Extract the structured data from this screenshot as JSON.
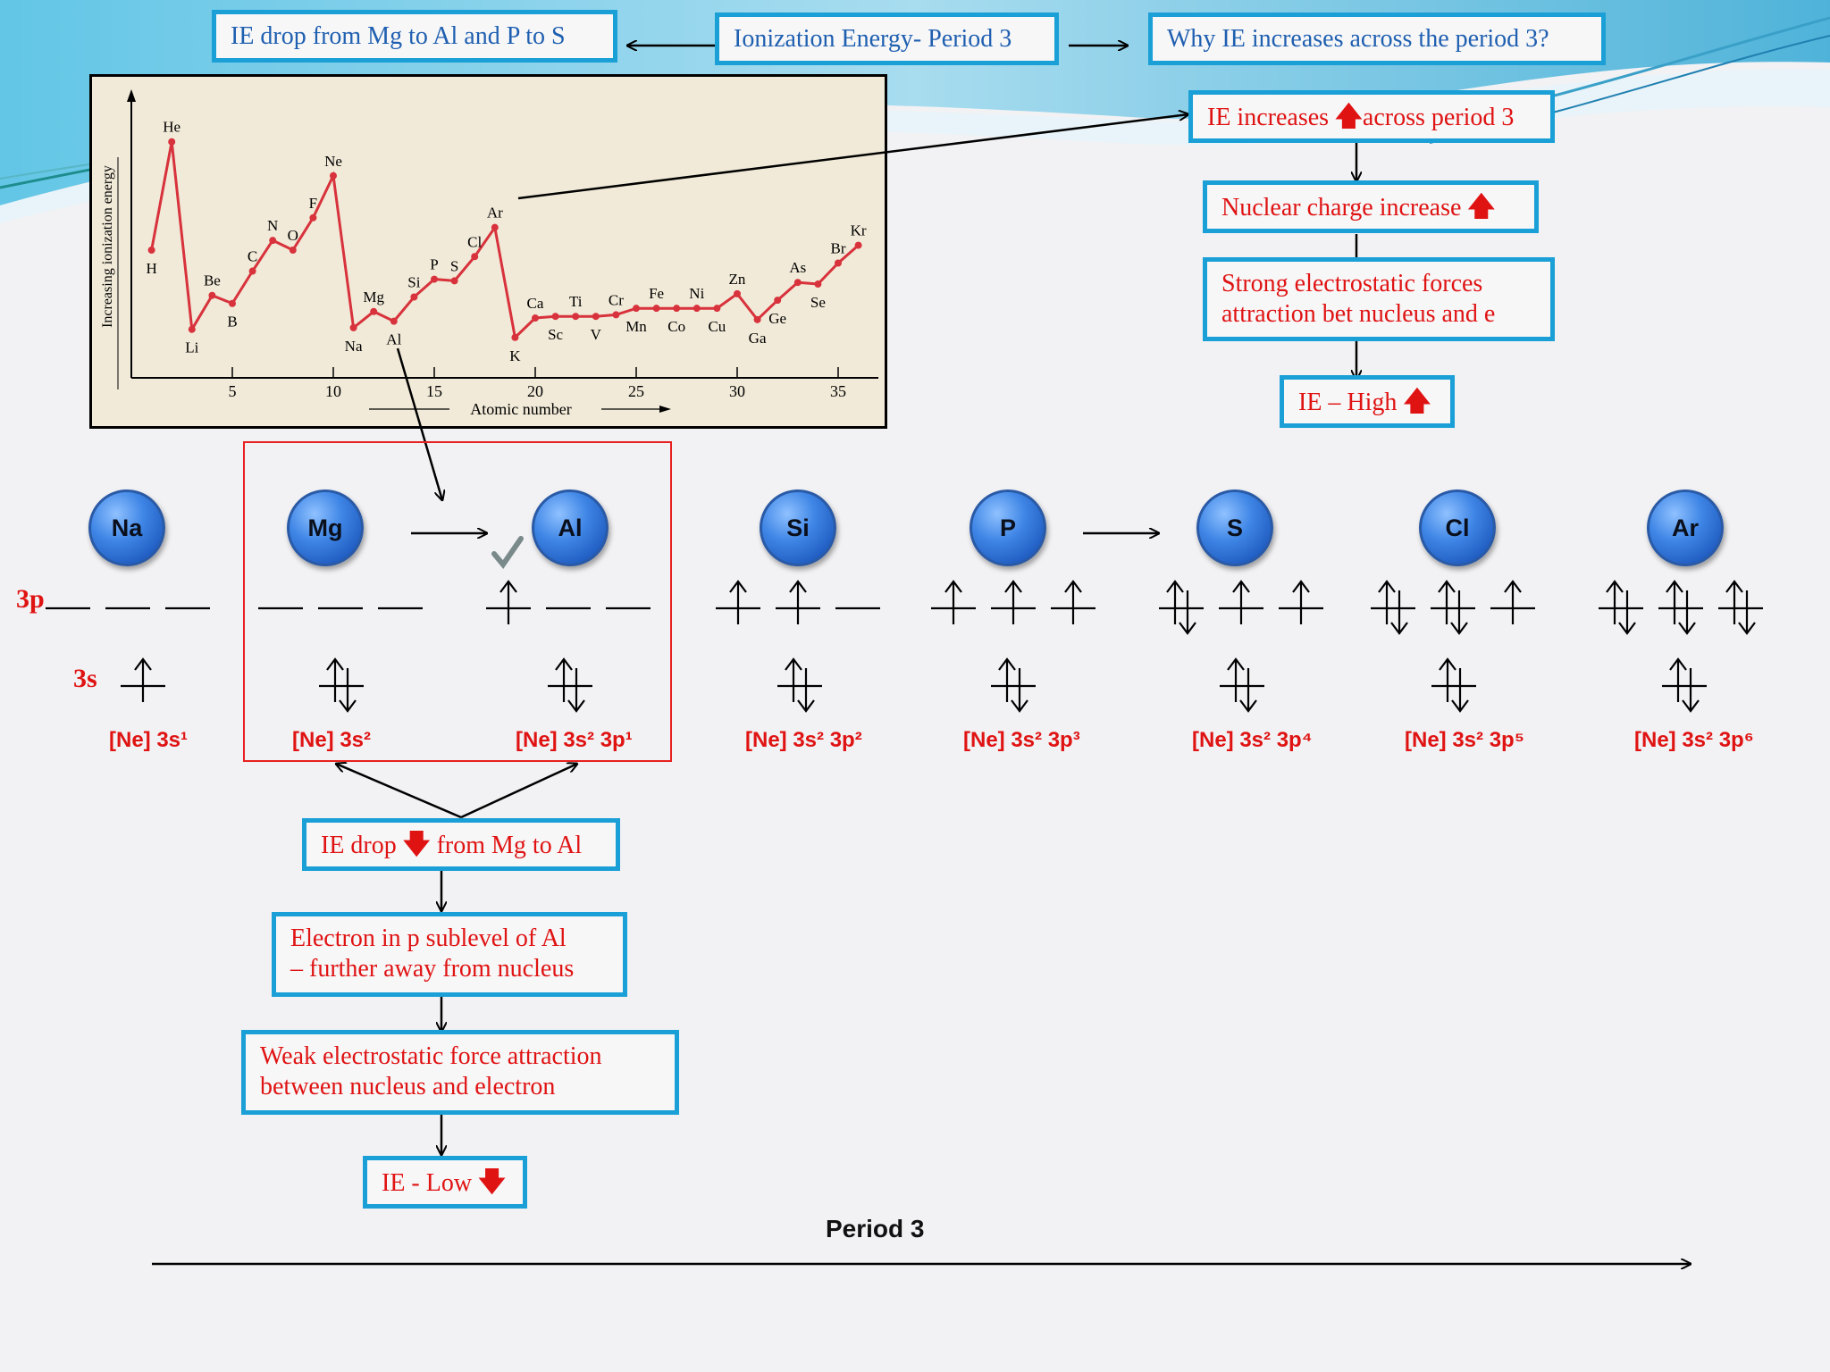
{
  "boxes": {
    "title": "Ionization Energy- Period 3",
    "ie_drop_top": "IE drop from Mg to Al and P to S",
    "why": "Why IE increases across the period 3?",
    "increase_a": "IE increases ",
    "increase_b": "across period 3",
    "nuclear": "Nuclear charge increase",
    "strong_1": "Strong electrostatic forces",
    "strong_2": "attraction bet nucleus and e",
    "high": "IE – High",
    "drop_a": "IE drop ",
    "drop_b": " from Mg to Al",
    "electron_1": "Electron in p sublevel of Al",
    "electron_2": "– further away from nucleus",
    "weak_1": "Weak electrostatic force attraction",
    "weak_2": "between nucleus and electron",
    "low": "IE - Low"
  },
  "colors": {
    "box_border": "#1a9fd6",
    "red": "#e01313",
    "blue_text": "#1f5fb0",
    "chart_line": "#d8323c"
  },
  "chart_data": {
    "type": "line",
    "xlabel": "Atomic number",
    "ylabel": "Increasing ionization energy",
    "xlim": [
      0,
      37
    ],
    "x_ticks": [
      "5",
      "10",
      "15",
      "20",
      "25",
      "30",
      "35"
    ],
    "points": [
      {
        "z": 1,
        "el": "H",
        "v": 7.9
      },
      {
        "z": 2,
        "el": "He",
        "v": 14.6
      },
      {
        "z": 3,
        "el": "Li",
        "v": 3.0
      },
      {
        "z": 4,
        "el": "Be",
        "v": 5.1
      },
      {
        "z": 5,
        "el": "B",
        "v": 4.6
      },
      {
        "z": 6,
        "el": "C",
        "v": 6.6
      },
      {
        "z": 7,
        "el": "N",
        "v": 8.5
      },
      {
        "z": 8,
        "el": "O",
        "v": 7.9
      },
      {
        "z": 9,
        "el": "F",
        "v": 9.9
      },
      {
        "z": 10,
        "el": "Ne",
        "v": 12.5
      },
      {
        "z": 11,
        "el": "Na",
        "v": 3.1
      },
      {
        "z": 12,
        "el": "Mg",
        "v": 4.1
      },
      {
        "z": 13,
        "el": "Al",
        "v": 3.5
      },
      {
        "z": 14,
        "el": "Si",
        "v": 5.0
      },
      {
        "z": 15,
        "el": "P",
        "v": 6.1
      },
      {
        "z": 16,
        "el": "S",
        "v": 6.0
      },
      {
        "z": 17,
        "el": "Cl",
        "v": 7.5
      },
      {
        "z": 18,
        "el": "Ar",
        "v": 9.3
      },
      {
        "z": 19,
        "el": "K",
        "v": 2.5
      },
      {
        "z": 20,
        "el": "Ca",
        "v": 3.7
      },
      {
        "z": 21,
        "el": "Sc",
        "v": 3.8
      },
      {
        "z": 22,
        "el": "Ti",
        "v": 3.8
      },
      {
        "z": 23,
        "el": "V",
        "v": 3.8
      },
      {
        "z": 24,
        "el": "Cr",
        "v": 3.9
      },
      {
        "z": 25,
        "el": "Mn",
        "v": 4.3
      },
      {
        "z": 26,
        "el": "Fe",
        "v": 4.3
      },
      {
        "z": 27,
        "el": "Co",
        "v": 4.3
      },
      {
        "z": 28,
        "el": "Ni",
        "v": 4.3
      },
      {
        "z": 29,
        "el": "Cu",
        "v": 4.3
      },
      {
        "z": 30,
        "el": "Zn",
        "v": 5.2
      },
      {
        "z": 31,
        "el": "Ga",
        "v": 3.6
      },
      {
        "z": 32,
        "el": "Ge",
        "v": 4.8
      },
      {
        "z": 33,
        "el": "As",
        "v": 5.9
      },
      {
        "z": 34,
        "el": "Se",
        "v": 5.8
      },
      {
        "z": 35,
        "el": "Br",
        "v": 7.1
      },
      {
        "z": 36,
        "el": "Kr",
        "v": 8.2
      }
    ]
  },
  "elements": [
    {
      "symbol": "Na",
      "config": "[Ne] 3s¹"
    },
    {
      "symbol": "Mg",
      "config": "[Ne] 3s²"
    },
    {
      "symbol": "Al",
      "config": "[Ne] 3s² 3p¹"
    },
    {
      "symbol": "Si",
      "config": "[Ne] 3s² 3p²"
    },
    {
      "symbol": "P",
      "config": "[Ne] 3s² 3p³"
    },
    {
      "symbol": "S",
      "config": "[Ne] 3s² 3p⁴"
    },
    {
      "symbol": "Cl",
      "config": "[Ne] 3s² 3p⁵"
    },
    {
      "symbol": "Ar",
      "config": "[Ne] 3s² 3p⁶"
    }
  ],
  "labels": {
    "p3": "3p",
    "s3": "3s",
    "period": "Period 3"
  },
  "icons": {
    "up": "red-up-arrow-icon",
    "down": "red-down-arrow-icon",
    "check": "checkmark-icon"
  }
}
